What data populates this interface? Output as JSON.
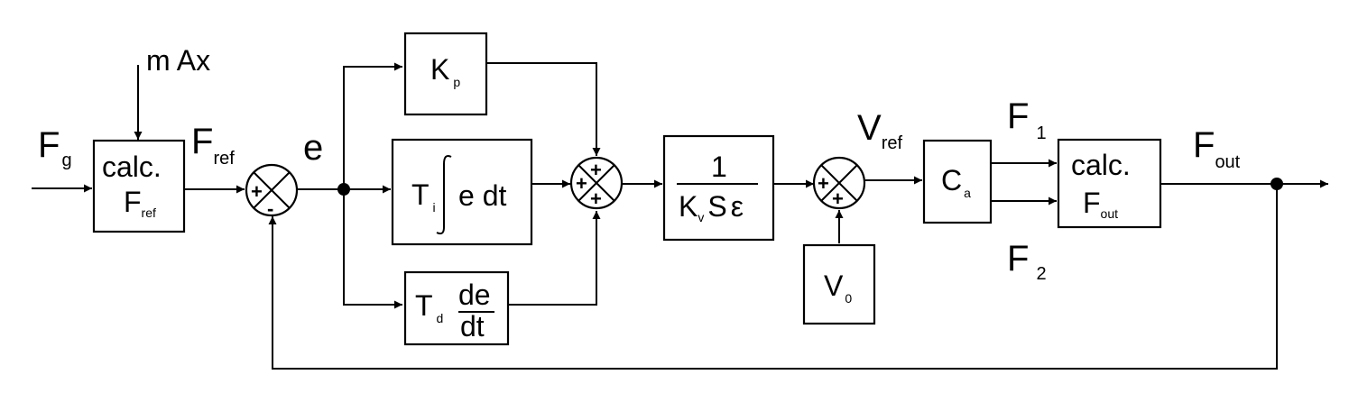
{
  "signals": {
    "fg_main": "F",
    "fg_sub": "g",
    "max": "m Ax",
    "fref_main": "F",
    "fref_sub": "ref",
    "e": "e",
    "vref_main": "V",
    "vref_sub": "ref",
    "f1_main": "F",
    "f1_sub": "1",
    "f2_main": "F",
    "f2_sub": "2",
    "fout_main": "F",
    "fout_sub": "out"
  },
  "blocks": {
    "calc_fref": {
      "line1": "calc.",
      "line2_main": "F",
      "line2_sub": "ref"
    },
    "kp": {
      "main": "K",
      "sub": "p"
    },
    "ti": {
      "main": "T",
      "sub": "i",
      "expr": "e dt"
    },
    "td": {
      "main": "T",
      "sub": "d",
      "num": "de",
      "den": "dt"
    },
    "gain": {
      "num": "1",
      "den_k": "K",
      "den_sub": "v",
      "den_rest": "S",
      "den_eps": "ε"
    },
    "v0": {
      "main": "V",
      "sub": "0"
    },
    "ca": {
      "main": "C",
      "sub": "a"
    },
    "calc_fout": {
      "line1": "calc.",
      "line2_main": "F",
      "line2_sub": "out"
    }
  },
  "junctions": {
    "sum1": {
      "top": "+",
      "bottom": "-"
    },
    "sum2": {
      "left": "+",
      "top": "+",
      "bottom": "+"
    },
    "sum3": {
      "left": "+",
      "bottom": "+"
    }
  }
}
